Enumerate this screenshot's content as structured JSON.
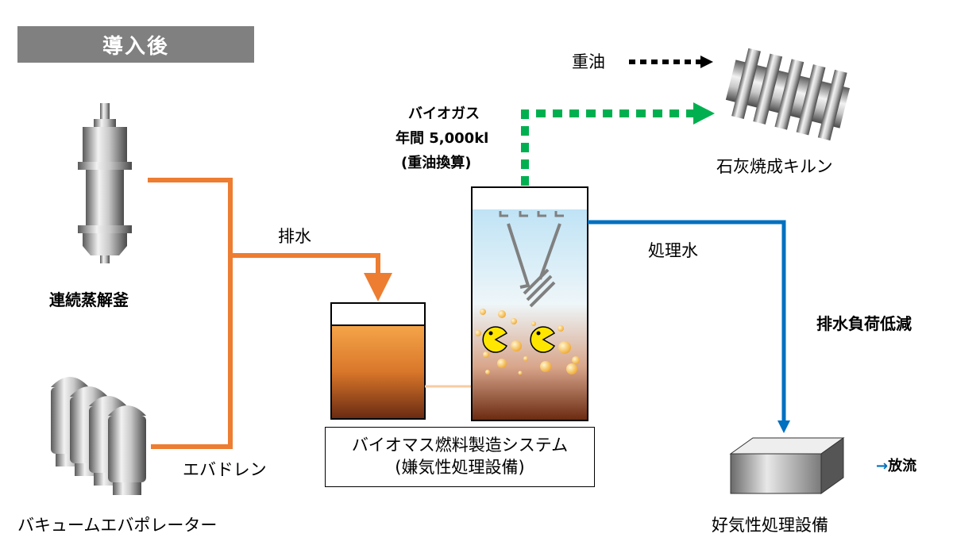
{
  "header": {
    "badge": "導入後"
  },
  "labels": {
    "digester": "連続蒸解釜",
    "evaporator": "バキュームエバポレーター",
    "evap_drain": "エバドレン",
    "wastewater": "排水",
    "biogas_title": "バイオガス",
    "biogas_amount": "年間 5,000kl",
    "biogas_note": "(重油換算)",
    "heavy_oil": "重油",
    "kiln": "石灰焼成キルン",
    "treated_water": "処理水",
    "load_reduction": "排水負荷低減",
    "aerobic": "好気性処理設備",
    "discharge": "→放流"
  },
  "system": {
    "line1": "バイオマス燃料製造システム",
    "line2": "(嫌気性処理設備)"
  },
  "colors": {
    "wastewater_pipe": "#ED7D31",
    "biogas_arrow": "#00B050",
    "treated_water_pipe": "#0070C0",
    "heavy_oil_arrow": "#000000",
    "badge": "#808080"
  }
}
